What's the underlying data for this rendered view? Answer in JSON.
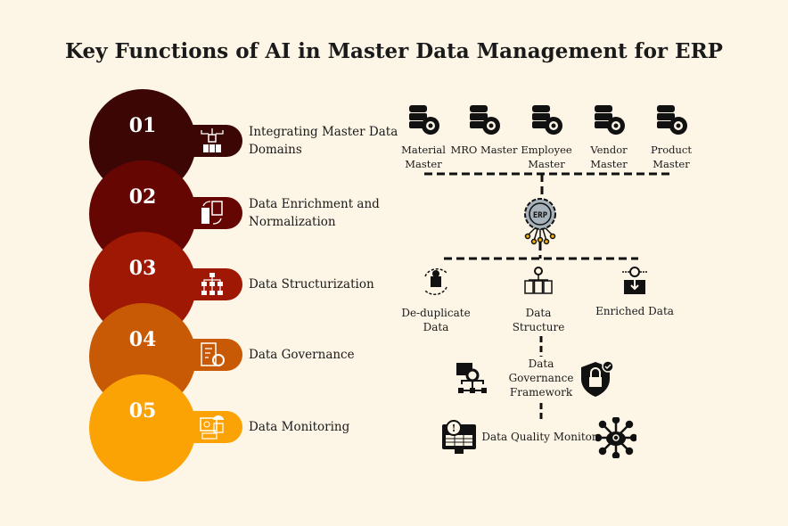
{
  "title": "Key Functions of AI in Master Data Management for ERP",
  "steps": [
    {
      "num": "01",
      "label": "Integrating Master Data Domains",
      "color": "#3b0604",
      "icon": "data-integration-icon"
    },
    {
      "num": "02",
      "label": "Data Enrichment and Normalization",
      "color": "#650602",
      "icon": "document-sync-icon"
    },
    {
      "num": "03",
      "label": "Data Structurization",
      "color": "#9e1804",
      "icon": "hierarchy-icon"
    },
    {
      "num": "04",
      "label": "Data Governance",
      "color": "#c85a05",
      "icon": "governance-document-icon"
    },
    {
      "num": "05",
      "label": "Data Monitoring",
      "color": "#fba304",
      "icon": "monitoring-computer-icon"
    }
  ],
  "masters": [
    "Material Master",
    "MRO Master",
    "Employee Master",
    "Vendor Master",
    "Product Master"
  ],
  "erp": "ERP",
  "outputs": [
    "De-duplicate Data",
    "Data Structure",
    "Enriched Data"
  ],
  "governance": "Data Governance Framework",
  "monitor": "Data Quality Monitor"
}
